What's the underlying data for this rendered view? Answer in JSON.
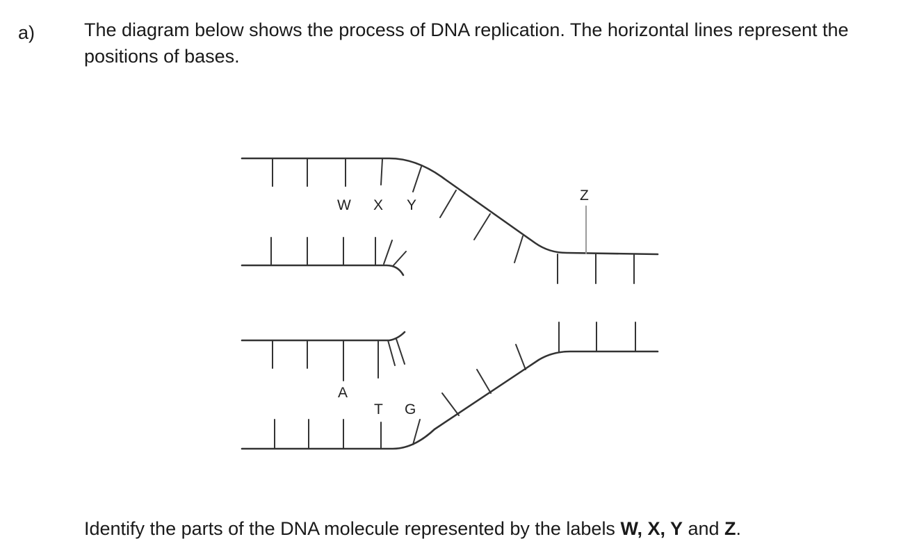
{
  "part_label": "a)",
  "intro_text": "The diagram below shows the process of DNA replication. The horizontal lines represent the positions of bases.",
  "diagram": {
    "labels": {
      "w": "W",
      "x": "X",
      "y": "Y",
      "z": "Z",
      "a": "A",
      "t": "T",
      "g": "G"
    }
  },
  "question": {
    "prefix": "Identify the parts of the DNA molecule represented by the labels ",
    "label_list": "W, X, Y",
    "conjunction": " and ",
    "last_label": "Z",
    "suffix": "."
  }
}
